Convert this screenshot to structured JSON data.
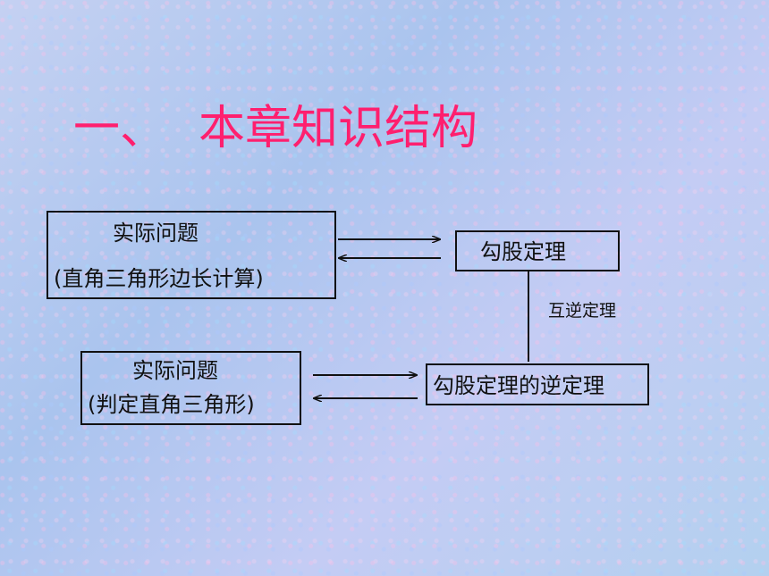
{
  "title": {
    "number": "一、",
    "text": "本章知识结构"
  },
  "boxes": {
    "practical_1": {
      "line1": "实际问题",
      "line2": "(直角三角形边长计算)"
    },
    "pythagorean": {
      "label": "勾股定理"
    },
    "practical_2": {
      "line1": "实际问题",
      "line2": "(判定直角三角形)"
    },
    "converse": {
      "label": "勾股定理的逆定理"
    }
  },
  "relation_label": "互逆定理"
}
